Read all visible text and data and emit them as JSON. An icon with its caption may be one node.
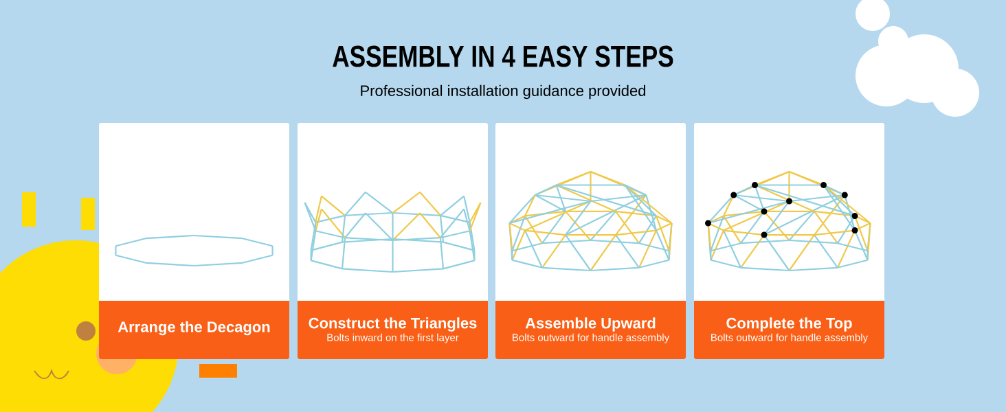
{
  "diagram": {
    "title": "ASSEMBLY IN 4 EASY STEPS",
    "nodes": [
      {
        "text": [
          "Arrange the Decagon"
        ]
      },
      {
        "text": [
          "Construct the Triangles",
          "Bolts inward on the first layer"
        ]
      },
      {
        "text": [
          "Assemble Upward",
          "Bolts outward for handle assembly"
        ]
      },
      {
        "text": [
          "Complete the Top",
          "Bolts outward for handle assembly"
        ]
      }
    ],
    "labels": [
      "Professional installation guidance provided"
    ]
  }
}
